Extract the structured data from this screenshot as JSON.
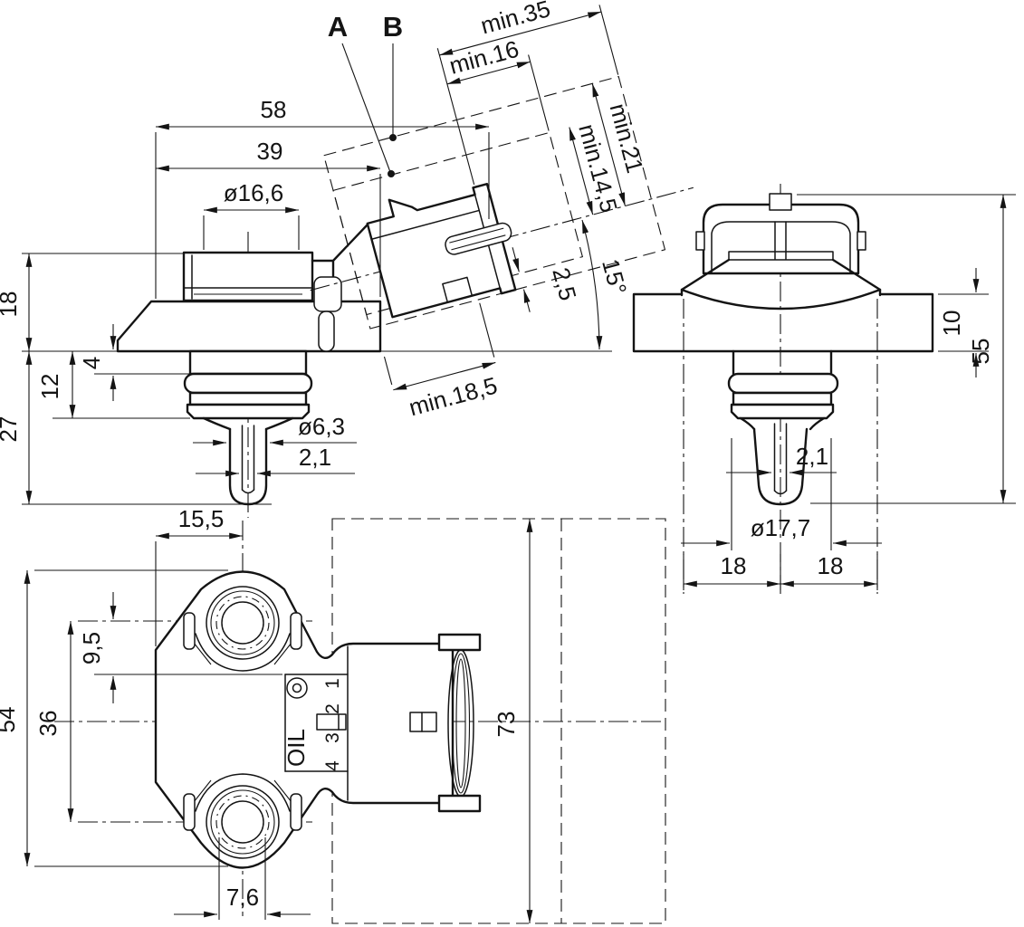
{
  "drawing": {
    "section_labels": {
      "a": "A",
      "b": "B"
    },
    "side_view": {
      "length_total": "58",
      "length_flange": "39",
      "thread_dia": "ø16,6",
      "height_upper": "18",
      "thread_depth": "4",
      "oring_depth": "12",
      "probe_len": "27",
      "probe_dia": "ø6,3",
      "probe_tip_dia": "2,1",
      "conn_min35": "min.35",
      "conn_min16": "min.16",
      "conn_min21": "min.21",
      "conn_min14_5": "min.14,5",
      "conn_angle": "15°",
      "conn_offset": "2,5",
      "conn_min18_5": "min.18,5"
    },
    "front_view": {
      "flange_thk": "10",
      "height_total": "55",
      "tip_dia": "2,1",
      "seal_dia": "ø17,7",
      "hole_left": "18",
      "hole_right": "18"
    },
    "plan_view": {
      "hole_offset": "15,5",
      "body_offset": "9,5",
      "hole_pitch": "36",
      "flange_len": "54",
      "slot_width": "7,6",
      "conn_clearance": "73",
      "marking": "OIL",
      "pin1": "1",
      "pin2": "2",
      "pin3": "3",
      "pin4": "4"
    }
  }
}
